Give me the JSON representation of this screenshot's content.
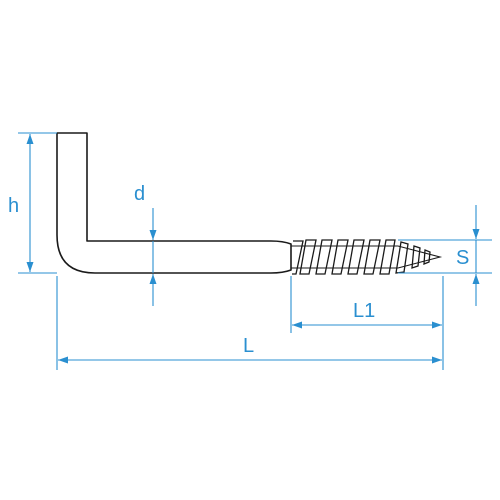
{
  "labels": {
    "h": "h",
    "d": "d",
    "s": "S",
    "l1": "L1",
    "l": "L"
  },
  "colors": {
    "outline": "#1a1a1a",
    "dimension": "#2a8fd0",
    "background": "#ffffff"
  }
}
